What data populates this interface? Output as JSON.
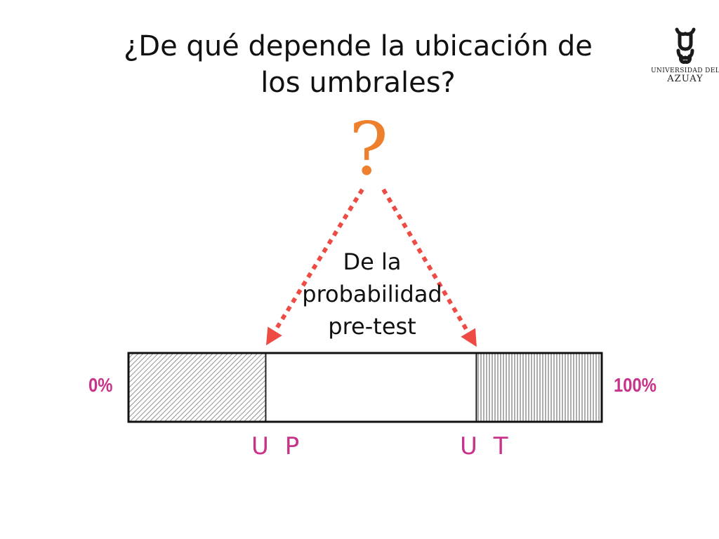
{
  "slide": {
    "title_lines": [
      "¿De qué depende la ubicación de",
      "los umbrales?"
    ],
    "question_mark": "?",
    "answer_lines": [
      "De la",
      "probabilidad",
      "pre-test"
    ],
    "logo_text": [
      "UNIVERSIDAD DEL",
      "AZUAY"
    ]
  },
  "bar": {
    "start_label": "0%",
    "end_label": "100%",
    "threshold_left_label": "U P",
    "threshold_right_label": "U T",
    "zones": [
      {
        "name": "lower",
        "from": 0,
        "to": 0.29,
        "pattern": "diagonal-hatch"
      },
      {
        "name": "middle",
        "from": 0.29,
        "to": 0.735,
        "pattern": "none"
      },
      {
        "name": "upper",
        "from": 0.735,
        "to": 1,
        "pattern": "vertical-hatch"
      }
    ]
  },
  "colors": {
    "question_mark": "#ee7f2d",
    "arrows": "#ee4b45",
    "labels": "#c9328a",
    "text": "#111111"
  }
}
